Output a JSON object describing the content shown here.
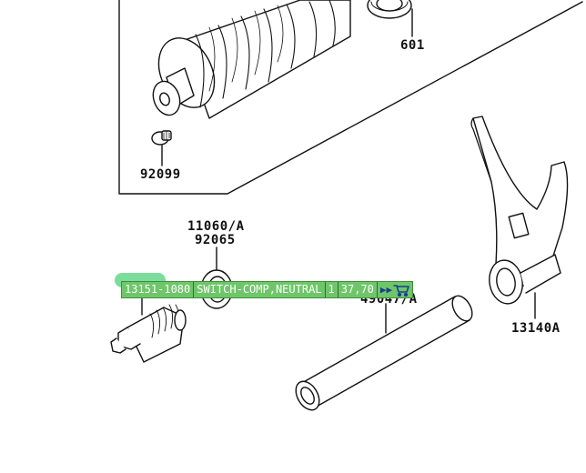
{
  "labels": {
    "p601": "601",
    "p92099": "92099",
    "p11060": "11060/A",
    "p92065": "92065",
    "p49047": "49047/A",
    "p13140": "13140A"
  },
  "tooltip": {
    "part_number": "13151-1080",
    "description": "SWITCH-COMP,NEUTRAL",
    "quantity": "1",
    "price": "37,70",
    "arrows": "▶▶",
    "cart_icon": "cart-icon"
  },
  "colors": {
    "tooltip_bg": "#6fc66a",
    "hotspot": "#4fd27a",
    "cart": "#1b3f8f"
  }
}
